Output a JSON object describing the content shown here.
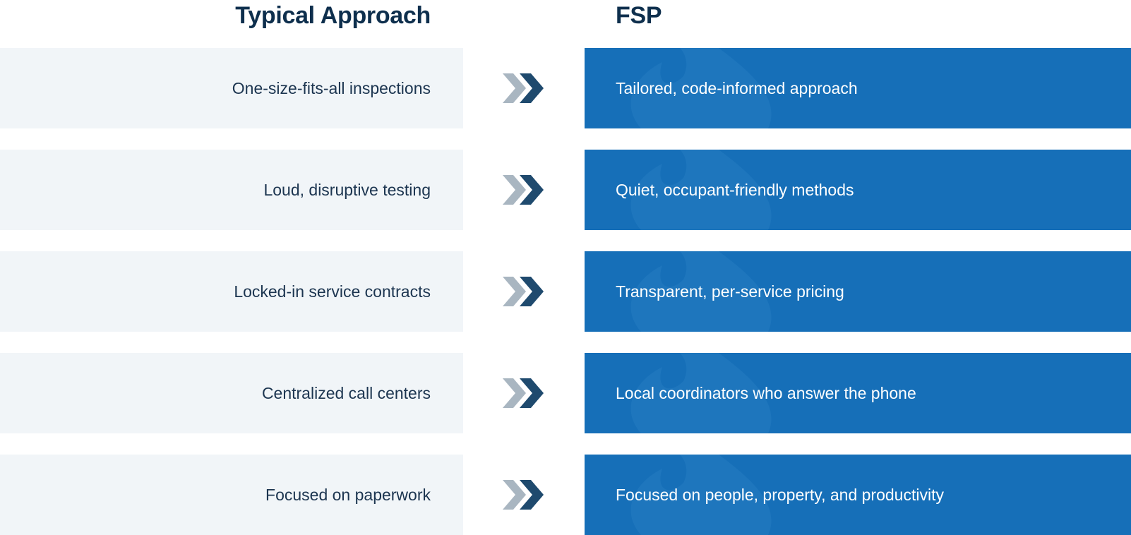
{
  "headings": {
    "left": "Typical Approach",
    "right": "FSP"
  },
  "rows": [
    {
      "typical": "One-size-fits-all inspections",
      "fsp": "Tailored, code-informed approach"
    },
    {
      "typical": "Loud, disruptive testing",
      "fsp": "Quiet, occupant-friendly methods"
    },
    {
      "typical": "Locked-in service contracts",
      "fsp": "Transparent, per-service pricing"
    },
    {
      "typical": "Centralized call centers",
      "fsp": "Local coordinators who answer the phone"
    },
    {
      "typical": "Focused on paperwork",
      "fsp": "Focused on people, property, and productivity"
    }
  ],
  "icons": {
    "arrow": "double-chevron-right-icon",
    "watermark": "flame-icon"
  },
  "colors": {
    "heading": "#0e2f4d",
    "left_panel": "#f1f5f8",
    "left_text": "#1c3550",
    "right_panel": "#166fb8",
    "chevron_light": "#a9b6c1",
    "chevron_dark": "#1f4a6e"
  }
}
